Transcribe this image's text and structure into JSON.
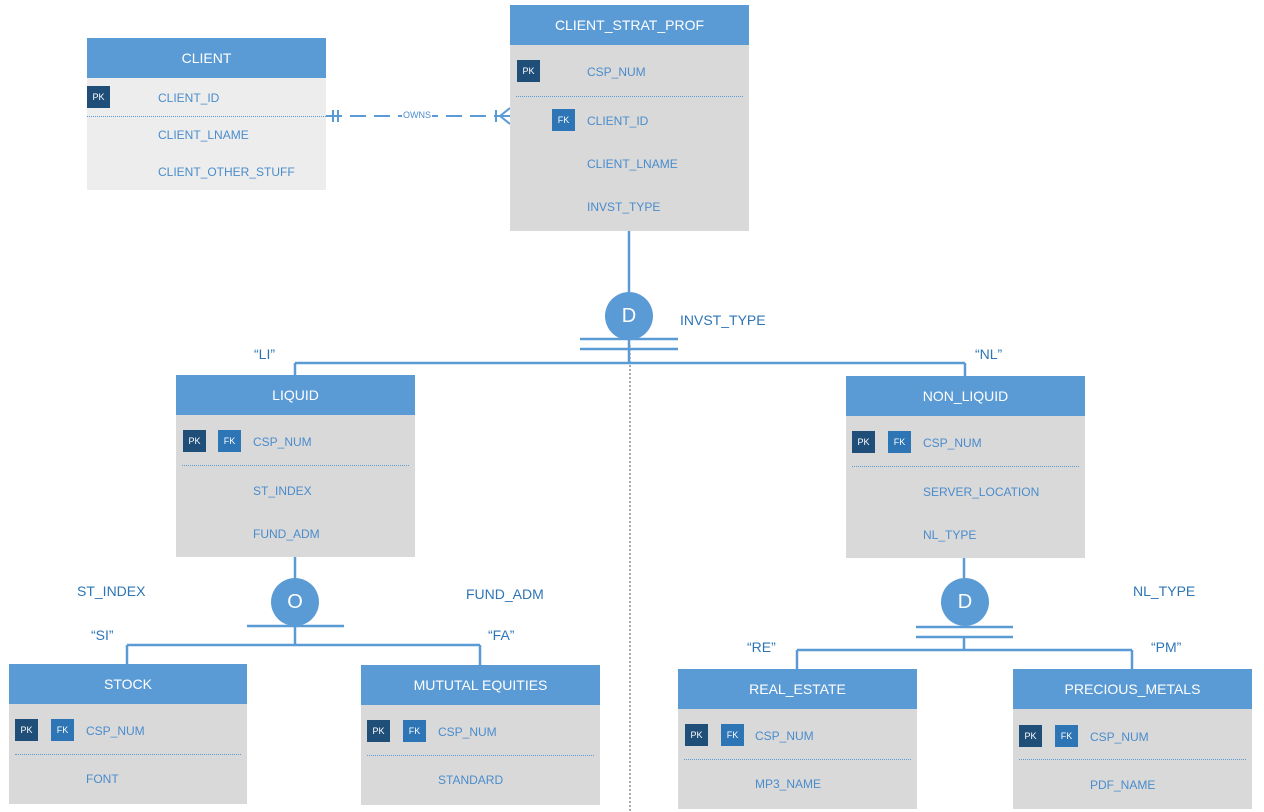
{
  "entities": {
    "client": {
      "title": "CLIENT",
      "pk": "PK",
      "fields": [
        "CLIENT_ID",
        "CLIENT_LNAME",
        "CLIENT_OTHER_STUFF"
      ]
    },
    "client_strat_prof": {
      "title": "CLIENT_STRAT_PROF",
      "pk": "PK",
      "fk": "FK",
      "fields": [
        "CSP_NUM",
        "CLIENT_ID",
        "CLIENT_LNAME",
        "INVST_TYPE"
      ]
    },
    "liquid": {
      "title": "LIQUID",
      "pk": "PK",
      "fk": "FK",
      "fields": [
        "CSP_NUM",
        "ST_INDEX",
        "FUND_ADM"
      ]
    },
    "non_liquid": {
      "title": "NON_LIQUID",
      "pk": "PK",
      "fk": "FK",
      "fields": [
        "CSP_NUM",
        "SERVER_LOCATION",
        "NL_TYPE"
      ]
    },
    "stock": {
      "title": "STOCK",
      "pk": "PK",
      "fk": "FK",
      "fields": [
        "CSP_NUM",
        "FONT"
      ]
    },
    "mututal_equities": {
      "title": "MUTUTAL EQUITIES",
      "pk": "PK",
      "fk": "FK",
      "fields": [
        "CSP_NUM",
        "STANDARD"
      ]
    },
    "real_estate": {
      "title": "REAL_ESTATE",
      "pk": "PK",
      "fk": "FK",
      "fields": [
        "CSP_NUM",
        "MP3_NAME"
      ]
    },
    "precious_metals": {
      "title": "PRECIOUS_METALS",
      "pk": "PK",
      "fk": "FK",
      "fields": [
        "CSP_NUM",
        "PDF_NAME"
      ]
    }
  },
  "relationship": {
    "label": "OWNS"
  },
  "subtypes": {
    "invst": {
      "symbol": "D",
      "discriminator": "INVST_TYPE",
      "left_value": "“LI”",
      "right_value": "“NL”"
    },
    "liquid": {
      "symbol": "O",
      "left_attr": "ST_INDEX",
      "right_attr": "FUND_ADM",
      "left_value": "“SI”",
      "right_value": "“FA”"
    },
    "non_liquid": {
      "symbol": "D",
      "discriminator": "NL_TYPE",
      "left_value": "“RE”",
      "right_value": "“PM”"
    }
  },
  "colors": {
    "header": "#5b9bd5",
    "body": "#d9d9d9",
    "pk_badge": "#1f4e79",
    "fk_badge": "#2e75b6",
    "text": "#4a8ccc"
  }
}
